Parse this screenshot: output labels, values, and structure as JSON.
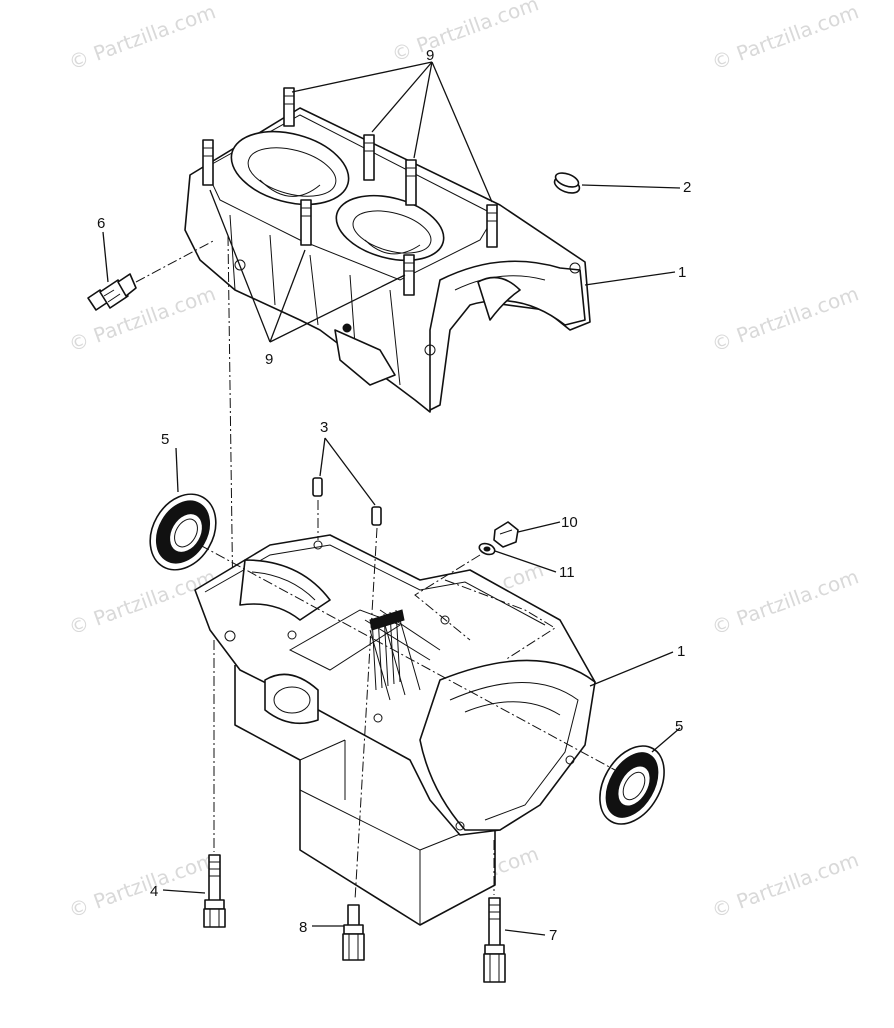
{
  "diagram": {
    "watermark": "© Partzilla.com",
    "callouts": {
      "c9_top": "9",
      "c9_bottom": "9",
      "c2": "2",
      "c1_upper": "1",
      "c6": "6",
      "c3": "3",
      "c5_left": "5",
      "c10": "10",
      "c11": "11",
      "c1_lower": "1",
      "c5_right": "5",
      "c4": "4",
      "c8": "8",
      "c7": "7"
    }
  }
}
